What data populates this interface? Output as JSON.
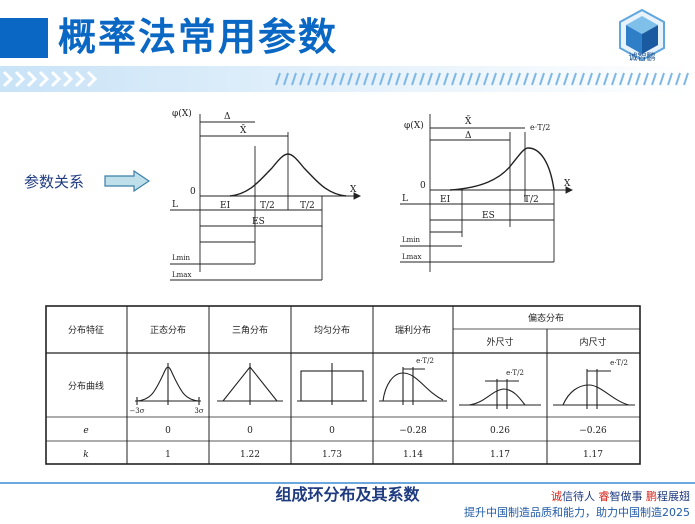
{
  "header": {
    "title": "概率法常用参数",
    "logo_name": "诚智鹏"
  },
  "side": {
    "param_label": "参数关系"
  },
  "diagram_left": {
    "phi_label": "φ(X)",
    "delta": "Δ",
    "xbar": "X̄",
    "zero": "0",
    "x_axis": "X",
    "l_label": "L",
    "ei": "EI",
    "t2_a": "T/2",
    "t2_b": "T/2",
    "es": "ES",
    "lmin": "Lmin",
    "lmax": "Lmax"
  },
  "diagram_right": {
    "phi_label": "φ(X)",
    "xbar": "X̄",
    "delta": "Δ",
    "eT2": "e·T/2",
    "zero": "0",
    "x_axis": "X",
    "l_label": "L",
    "ei": "EI",
    "t2": "T/2",
    "es": "ES",
    "lmin": "Lmin",
    "lmax": "Lmax"
  },
  "table": {
    "row_header": "分布特征",
    "curve_label": "分布曲线",
    "e_label": "e",
    "k_label": "k",
    "skew_header": "偏态分布",
    "columns": [
      {
        "name": "正态分布",
        "e": "0",
        "k": "1"
      },
      {
        "name": "三角分布",
        "e": "0",
        "k": "1.22"
      },
      {
        "name": "均匀分布",
        "e": "0",
        "k": "1.73"
      },
      {
        "name": "瑞利分布",
        "e": "−0.28",
        "k": "1.14"
      },
      {
        "name": "外尺寸",
        "e": "0.26",
        "k": "1.17"
      },
      {
        "name": "内尺寸",
        "e": "−0.26",
        "k": "1.17"
      }
    ],
    "sigma_left": "−3σ",
    "sigma_right": "3σ",
    "eT2_rayleigh": "e·T/2",
    "eT2_outer": "e·T/2",
    "eT2_inner": "e·T/2"
  },
  "footer": {
    "caption": "组成环分布及其系数",
    "slogan_parts": [
      "诚",
      "信待人 ",
      "睿",
      "智做事 ",
      "鹏",
      "程展翅"
    ],
    "slogan2": "提升中国制造品质和能力，助力中国制造2025"
  },
  "colors": {
    "brand_blue": "#0a67c4",
    "text_navy": "#1f3b80",
    "accent_red": "#d9251c"
  }
}
